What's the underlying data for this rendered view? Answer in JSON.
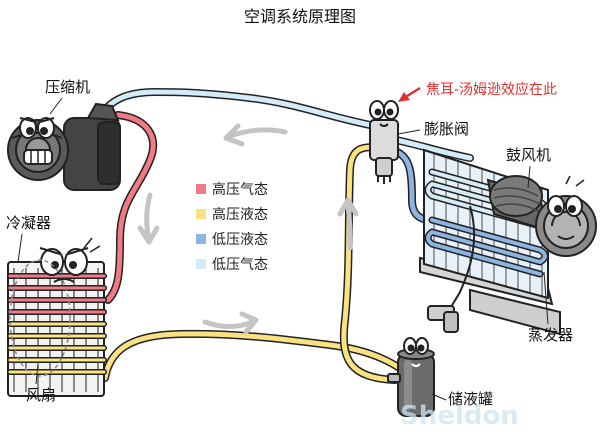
{
  "title": "空调系统原理图",
  "labels": {
    "compressor": "压缩机",
    "condenser": "冷凝器",
    "fan": "风扇",
    "expansion_valve": "膨胀阀",
    "blower": "鼓风机",
    "evaporator": "蒸发器",
    "receiver_drier": "储液罐",
    "annotation": "焦耳-汤姆逊效应在此"
  },
  "legend": [
    {
      "label": "高压气态",
      "color": "#f07b84"
    },
    {
      "label": "高压液态",
      "color": "#fae283"
    },
    {
      "label": "低压液态",
      "color": "#8db4e3"
    },
    {
      "label": "低压气态",
      "color": "#d4ecfa"
    }
  ],
  "watermark": "Sheldon",
  "colors": {
    "high_gas": "#f07b84",
    "high_liquid": "#fae283",
    "low_liquid": "#8db4e3",
    "low_gas": "#d4ecfa",
    "outline": "#222222",
    "arrow": "#bfbfbf",
    "accent": "#e03030"
  },
  "icons": [
    "compressor-icon",
    "condenser-icon",
    "fan-icon",
    "expansion-valve-icon",
    "evaporator-icon",
    "blower-icon",
    "receiver-drier-icon",
    "flow-arrow-icon"
  ]
}
